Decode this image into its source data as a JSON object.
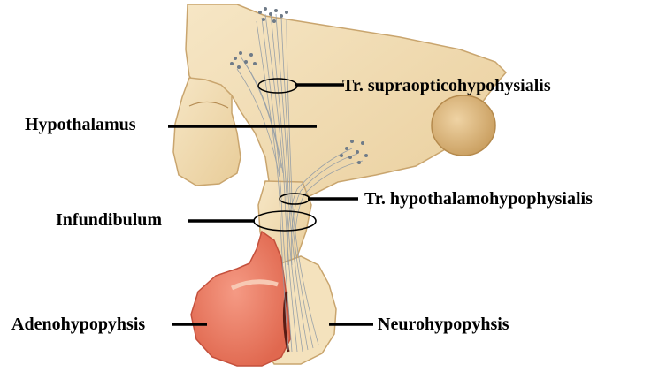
{
  "labels": {
    "supraoptico": "Tr. supraopticohypohysialis",
    "hypothalamus": "Hypothalamus",
    "hypothalamohypo": "Tr. hypothalamohypophysialis",
    "infundibulum": "Infundibulum",
    "adeno": "Adenohypopyhsis",
    "neuro": "Neurohypopyhsis"
  },
  "colors": {
    "background": "#ffffff",
    "tissue": "#f3dfb8",
    "tissue_outline": "#c9a56e",
    "adenohypophysis": "#ef7f68",
    "adenohypophysis_outline": "#c4503c",
    "fibers": "#8f9aa6",
    "nuclei": "#6f7b88",
    "leader_lines": "#000000"
  }
}
